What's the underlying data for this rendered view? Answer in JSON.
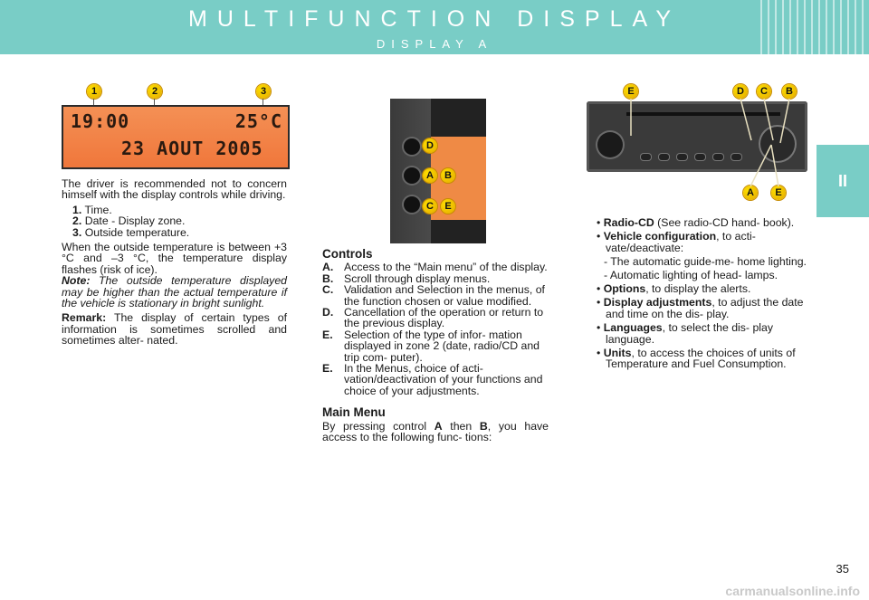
{
  "header": {
    "title": "MULTIFUNCTION DISPLAY",
    "subtitle": "DISPLAY A",
    "chapter_tab": "II"
  },
  "figure_display": {
    "callouts": [
      "1",
      "2",
      "3"
    ],
    "lcd_time": "19:00",
    "lcd_temp": "25°C",
    "lcd_date": "23 AOUT 2005"
  },
  "figure_console": {
    "callouts": [
      "D",
      "A",
      "B",
      "C",
      "E"
    ]
  },
  "figure_radio": {
    "callouts_top": [
      "E",
      "D",
      "C",
      "B"
    ],
    "callouts_bottom": [
      "A",
      "E"
    ]
  },
  "left_column": {
    "intro": "The driver is recommended not to concern himself with the display controls while driving.",
    "items": [
      {
        "num": "1.",
        "text": "Time."
      },
      {
        "num": "2.",
        "text": "Date - Display zone."
      },
      {
        "num": "3.",
        "text": "Outside temperature."
      }
    ],
    "temp_para": "When the outside temperature is between +3 °C and –3 °C, the temperature display flashes (risk of ice).",
    "note_label": "Note:",
    "note_text": "The outside temperature displayed may be higher than the actual temperature if the vehicle is stationary in bright sunlight.",
    "remark_label": "Remark:",
    "remark_text": "The display of certain types of information is sometimes scrolled and sometimes alter- nated."
  },
  "middle_column": {
    "controls_heading": "Controls",
    "controls": [
      {
        "key": "A.",
        "text": "Access to the “Main menu” of the display."
      },
      {
        "key": "B.",
        "text": "Scroll through display menus."
      },
      {
        "key": "C.",
        "text": "Validation and Selection in the menus, of the function chosen or value modified."
      },
      {
        "key": "D.",
        "text": "Cancellation of the operation or return to the previous display."
      },
      {
        "key": "E.",
        "text": "Selection of the type of infor- mation displayed in zone 2 (date, radio/CD and trip com- puter)."
      },
      {
        "key": "E.",
        "text": "In the Menus, choice of acti- vation/deactivation of your functions and choice of your adjustments."
      }
    ],
    "main_menu_heading": "Main Menu",
    "main_menu_pre": "By pressing control",
    "main_menu_a": "A",
    "main_menu_mid": "then",
    "main_menu_b": "B",
    "main_menu_post": ", you have access to the following func- tions:"
  },
  "right_column": {
    "bullets": [
      {
        "bold": "Radio-CD",
        "text": " (See radio-CD hand- book)."
      },
      {
        "bold": "Vehicle configuration",
        "text": ", to acti- vate/deactivate:"
      }
    ],
    "subitems": [
      "- The automatic guide-me- home lighting.",
      "- Automatic lighting of head- lamps."
    ],
    "bullets2": [
      {
        "bold": "Options",
        "text": ", to display the alerts."
      },
      {
        "bold": "Display adjustments",
        "text": ", to adjust the date and time on the dis- play."
      },
      {
        "bold": "Languages",
        "text": ", to select the dis- play language."
      },
      {
        "bold": "Units",
        "text": ", to access the choices of units of Temperature and Fuel Consumption."
      }
    ]
  },
  "page_number": "35",
  "watermark": "carmanualsonline.info"
}
